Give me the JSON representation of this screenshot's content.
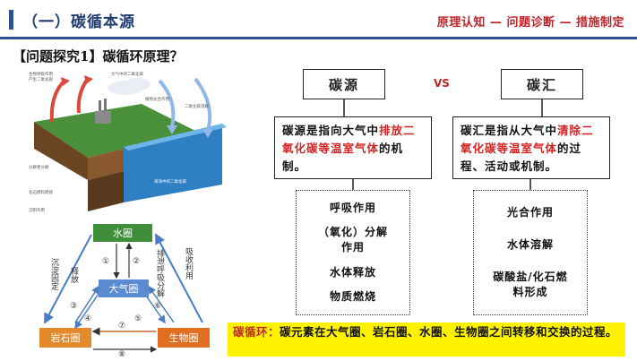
{
  "header": {
    "title": "（一）碳循本源",
    "breadcrumb": "原理认知 — 问题诊断 — 措施制定"
  },
  "section": {
    "title": "【问题探究1】碳循环原理？"
  },
  "illustration": {
    "labels": {
      "l1": "生物呼吸作用",
      "l2": "产生二氧化碳",
      "l3": "大气中的二氧化碳",
      "l4": "植物光合作用",
      "l5": "二氧化碳溶解",
      "l6": "海洋中的二氧化碳",
      "l7": "分解者分解",
      "l8": "化石燃料燃烧",
      "l9": "沉积作用"
    }
  },
  "cycle": {
    "nodes": {
      "water": "水圈",
      "atmosphere": "大气圈",
      "rock": "岩石圈",
      "bio": "生物圈"
    },
    "side_labels": {
      "left_outer": "沉淀固定",
      "left_inner": "释放",
      "right_inner": "排泄呼吸分解",
      "right_outer": "吸收利用"
    },
    "numbers": [
      "①",
      "②",
      "③",
      "④",
      "⑤",
      "⑥",
      "⑦",
      "⑧"
    ],
    "colors": {
      "water": "#3f8f3a",
      "atmosphere": "#5b8bd0",
      "rock": "#e38b2c",
      "bio": "#e0701f",
      "arrow": "#4a7ec4"
    }
  },
  "comparison": {
    "source_title": "碳源",
    "vs": "VS",
    "sink_title": "碳汇",
    "source_def_pre": "碳源是指向大气中",
    "source_def_red": "排放二氧化碳等温室气体",
    "source_def_post": "的机制。",
    "sink_def_pre": "碳汇是指从大气中",
    "sink_def_red": "清除二氧化碳等温室气体",
    "sink_def_post": "的过程、活动或机制。",
    "source_items": [
      "呼吸作用",
      "（氧化）分解作用",
      "水体释放",
      "物质燃烧"
    ],
    "sink_items": [
      "光合作用",
      "水体溶解",
      "碳酸盐/化石燃料形成"
    ]
  },
  "summary": {
    "label": "碳循环：",
    "text": "碳元素在大气圈、岩石圈、水圈、生物圈之间转移和交换的过程。"
  }
}
